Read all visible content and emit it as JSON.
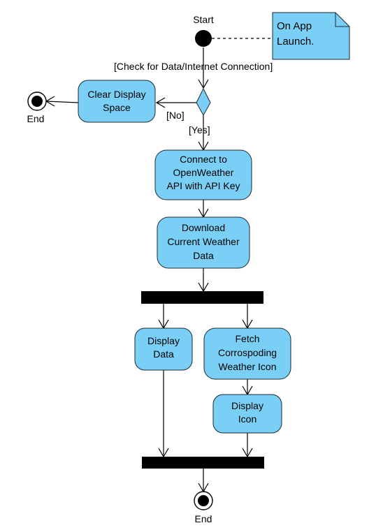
{
  "colors": {
    "action_fill": "#79CFF6",
    "action_stroke": "#1f2a33",
    "bar_fill": "#000000",
    "line": "#000000",
    "note_fill": "#79CFF6"
  },
  "start": {
    "label": "Start"
  },
  "note": {
    "lines": [
      "On App",
      "Launch."
    ]
  },
  "guard": {
    "check": "[Check for Data/Internet Connection]",
    "no": "[No]",
    "yes": "[Yes]"
  },
  "actions": {
    "clear": [
      "Clear Display",
      "Space"
    ],
    "connect": [
      "Connect to",
      "OpenWeather",
      "API with API Key"
    ],
    "download": [
      "Download",
      "Current Weather",
      "Data"
    ],
    "display_data": [
      "Display",
      "Data"
    ],
    "fetch_icon": [
      "Fetch",
      "Corrospoding",
      "Weather Icon"
    ],
    "display_icon": [
      "Display",
      "Icon"
    ]
  },
  "end_left": {
    "label": "End"
  },
  "end_bottom": {
    "label": "End"
  }
}
